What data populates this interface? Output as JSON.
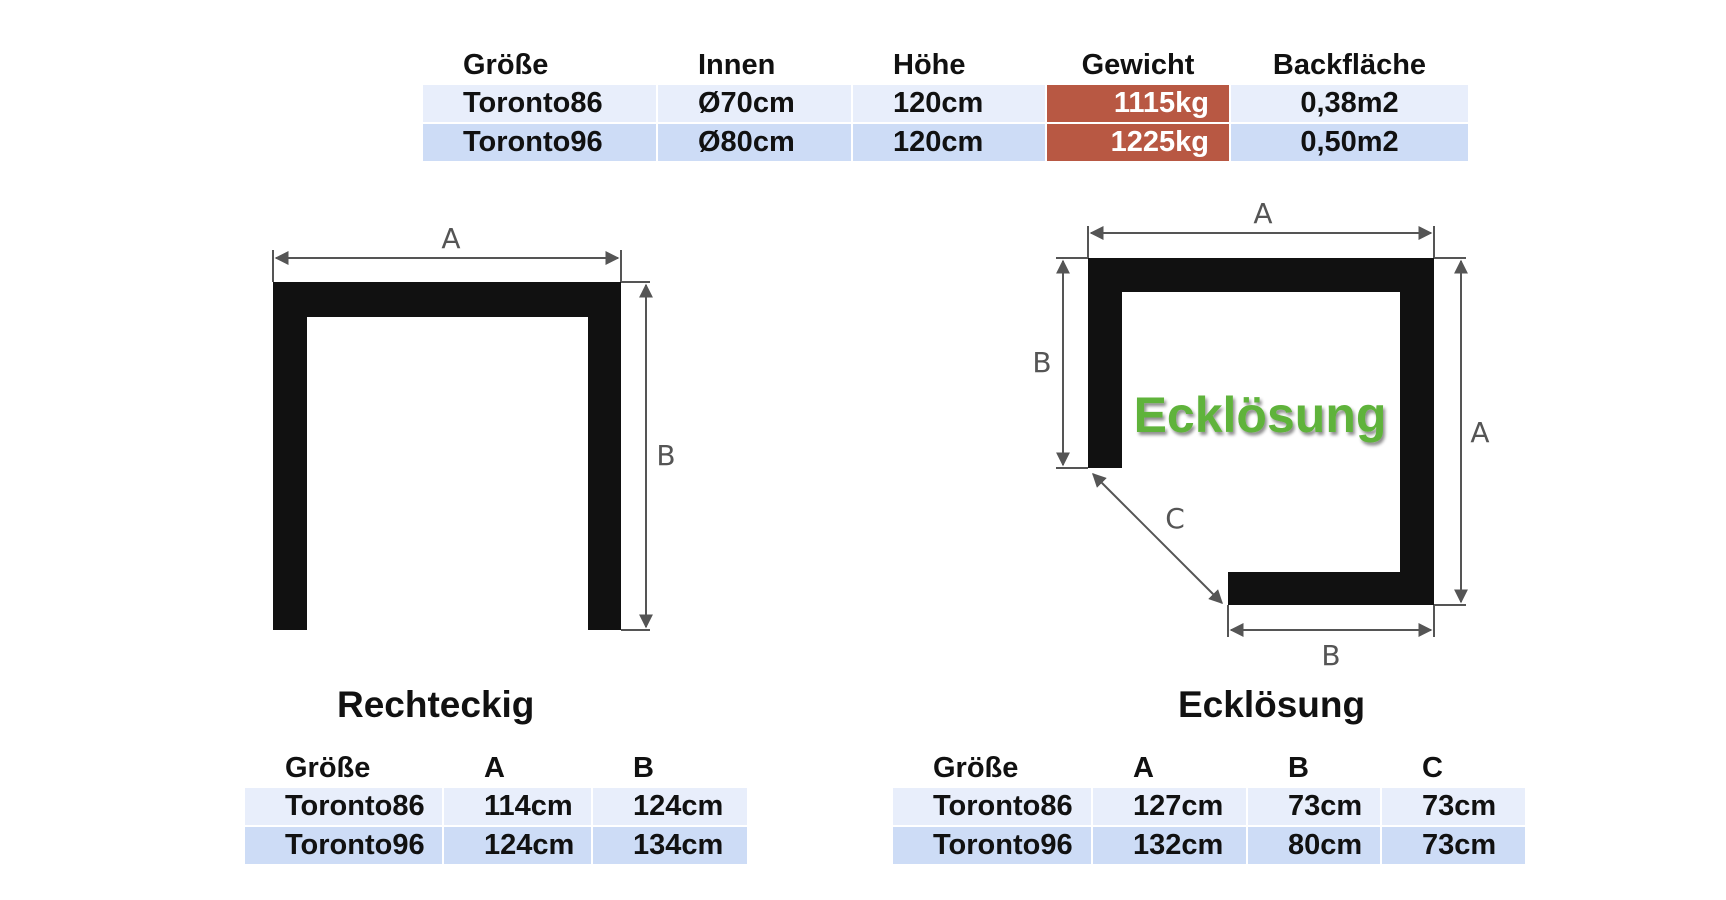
{
  "spec_table": {
    "headers": [
      "Größe",
      "Innen",
      "Höhe",
      "Gewicht",
      "Backfläche"
    ],
    "rows": [
      [
        "Toronto86",
        "Ø70cm",
        "120cm",
        "1115kg",
        "0,38m2"
      ],
      [
        "Toronto96",
        "Ø80cm",
        "120cm",
        "1225kg",
        "0,50m2"
      ]
    ]
  },
  "rect_diagram": {
    "label_a": "A",
    "label_b": "B"
  },
  "corner_diagram": {
    "label_a_top": "A",
    "label_a_right": "A",
    "label_b_left": "B",
    "label_b_bottom": "B",
    "label_c": "C",
    "overlay_text": "Ecklösung"
  },
  "rect_section": {
    "title": "Rechteckig",
    "headers": [
      "Größe",
      "A",
      "B"
    ],
    "rows": [
      [
        "Toronto86",
        "114cm",
        "124cm"
      ],
      [
        "Toronto96",
        "124cm",
        "134cm"
      ]
    ]
  },
  "corner_section": {
    "title": "Ecklösung",
    "headers": [
      "Größe",
      "A",
      "B",
      "C"
    ],
    "rows": [
      [
        "Toronto86",
        "127cm",
        "73cm",
        "73cm"
      ],
      [
        "Toronto96",
        "132cm",
        "80cm",
        "73cm"
      ]
    ]
  },
  "colors": {
    "weight_highlight": "#b85843",
    "row_light": "#e8eefb",
    "row_dark": "#cddcf6",
    "overlay_green": "#5fb33a"
  }
}
